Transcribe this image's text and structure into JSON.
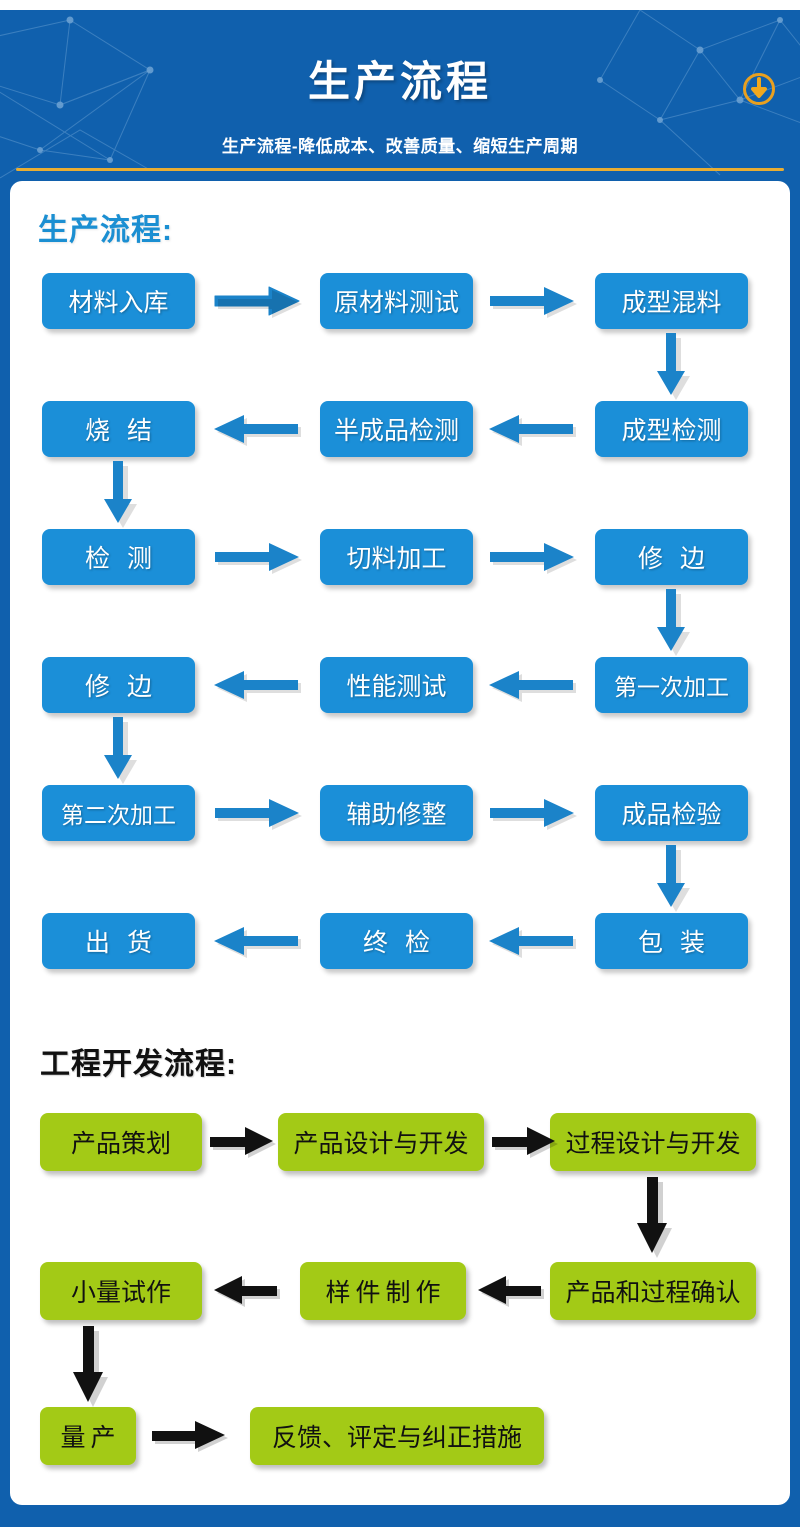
{
  "header": {
    "title": "生产流程",
    "subtitle": "生产流程-降低成本、改善质量、缩短生产周期",
    "badge_icon": "download-circle-icon"
  },
  "colors": {
    "header_bg": "#1060ad",
    "gold_rule": "#e8ad33",
    "node_blue": "#1b8fd8",
    "node_green": "#a3ca16",
    "title_blue": "#1b8fd2",
    "arrow_blue": "#1b83c9",
    "arrow_black": "#111111",
    "card_bg": "#ffffff"
  },
  "production": {
    "heading": "生产流程:",
    "nodes": [
      {
        "label": "材料入库",
        "row": 0,
        "col": 0
      },
      {
        "label": "原材料测试",
        "row": 0,
        "col": 1
      },
      {
        "label": "成型混料",
        "row": 0,
        "col": 2
      },
      {
        "label": "成型检测",
        "row": 1,
        "col": 2
      },
      {
        "label": "半成品检测",
        "row": 1,
        "col": 1
      },
      {
        "label": "烧 结",
        "row": 1,
        "col": 0
      },
      {
        "label": "检 测",
        "row": 2,
        "col": 0
      },
      {
        "label": "切料加工",
        "row": 2,
        "col": 1
      },
      {
        "label": "修 边",
        "row": 2,
        "col": 2
      },
      {
        "label": "第一次加工",
        "row": 3,
        "col": 2
      },
      {
        "label": "性能测试",
        "row": 3,
        "col": 1
      },
      {
        "label": "修 边",
        "row": 3,
        "col": 0
      },
      {
        "label": "第二次加工",
        "row": 4,
        "col": 0
      },
      {
        "label": "辅助修整",
        "row": 4,
        "col": 1
      },
      {
        "label": "成品检验",
        "row": 4,
        "col": 2
      },
      {
        "label": "包 装",
        "row": 5,
        "col": 2
      },
      {
        "label": "终 检",
        "row": 5,
        "col": 1
      },
      {
        "label": "出 货",
        "row": 5,
        "col": 0
      }
    ]
  },
  "engineering": {
    "heading": "工程开发流程:",
    "nodes": [
      {
        "label": "产品策划",
        "row": 0,
        "col": 0
      },
      {
        "label": "产品设计与开发",
        "row": 0,
        "col": 1
      },
      {
        "label": "过程设计与开发",
        "row": 0,
        "col": 2
      },
      {
        "label": "产品和过程确认",
        "row": 1,
        "col": 2
      },
      {
        "label": "样件制作",
        "row": 1,
        "col": 1
      },
      {
        "label": "小量试作",
        "row": 1,
        "col": 0
      },
      {
        "label": "量产",
        "row": 2,
        "col": 0
      },
      {
        "label": "反馈、评定与纠正措施",
        "row": 2,
        "col": 1
      }
    ]
  }
}
